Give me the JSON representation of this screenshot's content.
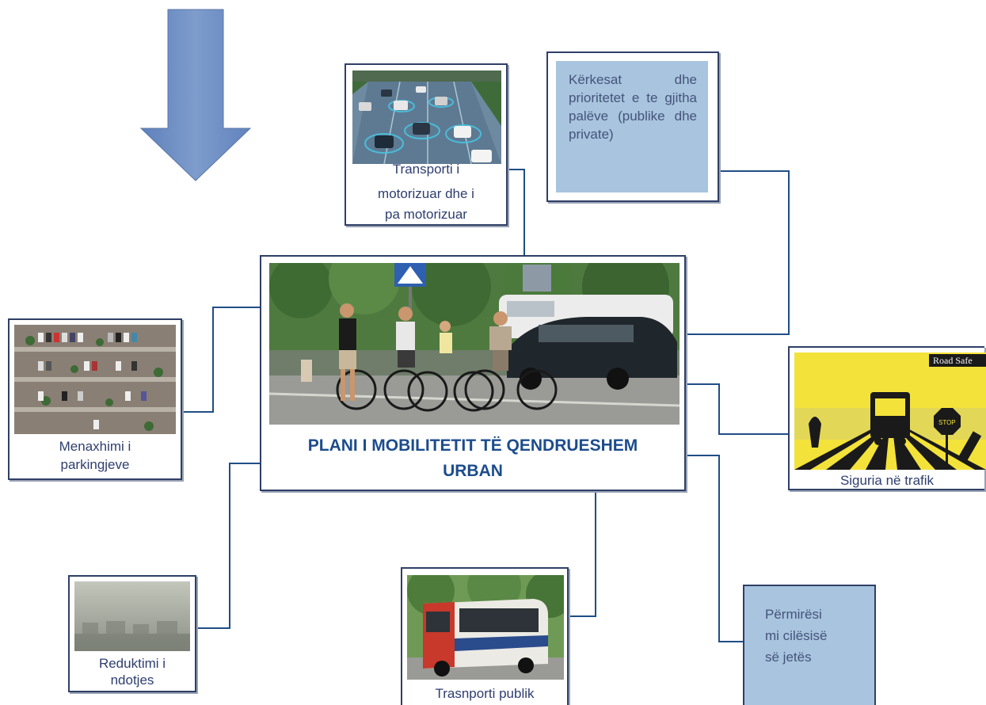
{
  "center": {
    "title_line1": "PLANI I MOBILITETIT TË QENDRUESHEM",
    "title_line2": "URBAN"
  },
  "nodes": {
    "transport": {
      "caption_line1": "Transporti i",
      "caption_line2": "motorizuar dhe i",
      "caption_line3": "pa motorizuar"
    },
    "requirements": {
      "text": "Kërkesat dhe prioritetet e te gjitha palëve (publike dhe private)"
    },
    "parking": {
      "caption_line1": "Menaxhimi i",
      "caption_line2": "parkingjeve"
    },
    "safety": {
      "caption": "Siguria në trafik",
      "sign": "Road Safe",
      "stop": "STOP"
    },
    "pollution": {
      "caption_line1": "Reduktimi i",
      "caption_line2": "ndotjes"
    },
    "public_transport": {
      "caption": "Trasnporti publik"
    },
    "quality": {
      "text_line1": "Përmirësi",
      "text_line2": "mi cilësisë",
      "text_line3": "së jetës"
    }
  },
  "colors": {
    "line": "#1f4e86",
    "arrow": "#6f8fc3",
    "title": "#1c4c8c",
    "panel": "#a9c4de"
  }
}
